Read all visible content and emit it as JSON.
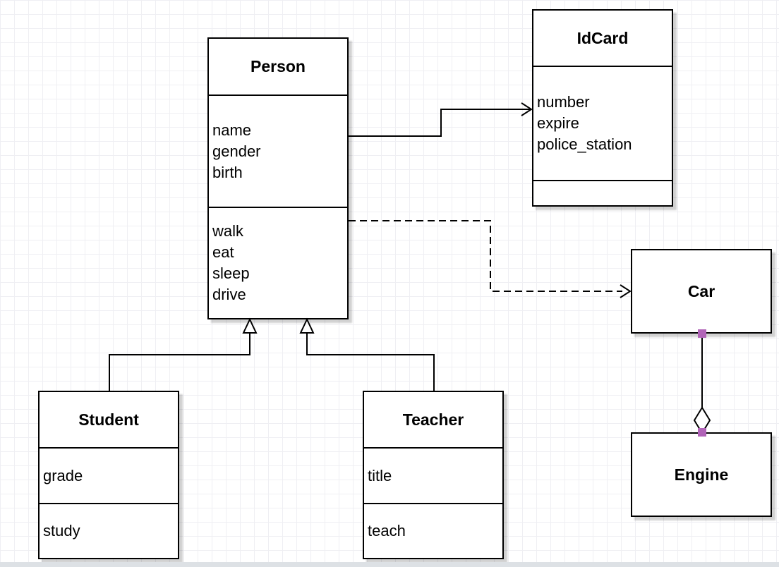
{
  "classes": {
    "person": {
      "name": "Person",
      "attributes": [
        "name",
        "gender",
        "birth"
      ],
      "methods": [
        "walk",
        "eat",
        "sleep",
        "drive"
      ]
    },
    "idcard": {
      "name": "IdCard",
      "attributes": [
        "number",
        "expire",
        "police_station"
      ],
      "methods": []
    },
    "student": {
      "name": "Student",
      "attributes": [
        "grade"
      ],
      "methods": [
        "study"
      ]
    },
    "teacher": {
      "name": "Teacher",
      "attributes": [
        "title"
      ],
      "methods": [
        "teach"
      ]
    },
    "car": {
      "name": "Car",
      "attributes": [],
      "methods": []
    },
    "engine": {
      "name": "Engine",
      "attributes": [],
      "methods": []
    }
  },
  "relationships": [
    {
      "from": "Person",
      "to": "IdCard",
      "type": "directed-association",
      "line": "solid",
      "arrowhead": "open"
    },
    {
      "from": "Person",
      "to": "Car",
      "type": "dependency",
      "line": "dashed",
      "arrowhead": "open"
    },
    {
      "from": "Student",
      "to": "Person",
      "type": "generalization",
      "line": "solid",
      "arrowhead": "hollow-triangle"
    },
    {
      "from": "Teacher",
      "to": "Person",
      "type": "generalization",
      "line": "solid",
      "arrowhead": "hollow-triangle"
    },
    {
      "from": "Car",
      "to": "Engine",
      "type": "aggregation",
      "line": "solid",
      "arrowhead": "hollow-diamond"
    }
  ],
  "colors": {
    "edge_stroke": "#000000",
    "box_border": "#000000",
    "box_fill": "#ffffff",
    "grid_line": "#efeff3",
    "shadow": "rgba(0,0,0,0.18)",
    "connection_point": "#b164b8",
    "canvas_edge": "#dde1e5"
  }
}
